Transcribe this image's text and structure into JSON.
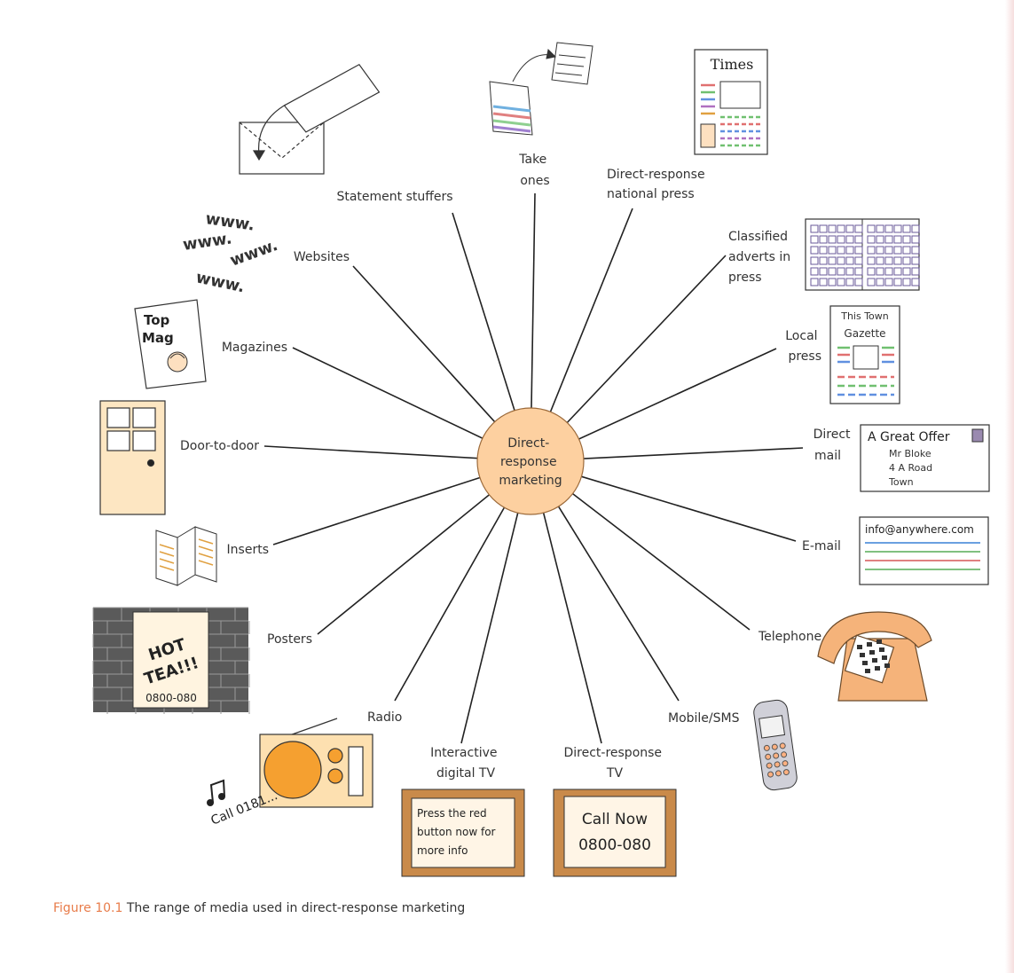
{
  "hub": {
    "lines": [
      "Direct-",
      "response",
      "marketing"
    ]
  },
  "media": {
    "statement_stuffers": {
      "lines": [
        "Statement stuffers"
      ]
    },
    "take_ones": {
      "lines": [
        "Take",
        "ones"
      ]
    },
    "national_press": {
      "lines": [
        "Direct-response",
        "national press"
      ]
    },
    "classified": {
      "lines": [
        "Classified",
        "adverts in",
        "press"
      ]
    },
    "local_press": {
      "lines": [
        "Local",
        "press"
      ]
    },
    "direct_mail": {
      "lines": [
        "Direct",
        "mail"
      ]
    },
    "email": {
      "lines": [
        "E-mail"
      ]
    },
    "telephone": {
      "lines": [
        "Telephone"
      ]
    },
    "mobile": {
      "lines": [
        "Mobile/SMS"
      ]
    },
    "dr_tv": {
      "lines": [
        "Direct-response",
        "TV"
      ]
    },
    "itv": {
      "lines": [
        "Interactive",
        "digital TV"
      ]
    },
    "radio": {
      "lines": [
        "Radio"
      ]
    },
    "posters": {
      "lines": [
        "Posters"
      ]
    },
    "inserts": {
      "lines": [
        "Inserts"
      ]
    },
    "door": {
      "lines": [
        "Door-to-door"
      ]
    },
    "magazines": {
      "lines": [
        "Magazines"
      ]
    },
    "websites": {
      "lines": [
        "Websites"
      ]
    }
  },
  "icons": {
    "times": "Times",
    "gazette": [
      "This Town",
      "Gazette"
    ],
    "offer_title": "A Great Offer",
    "offer_address": [
      "Mr Bloke",
      "4 A Road",
      "Town"
    ],
    "email_address": "info@anywhere.com",
    "itv_screen": [
      "Press the red",
      "button now for",
      "more info"
    ],
    "drtv_screen": [
      "Call Now",
      "0800-080"
    ],
    "poster_text": [
      "HOT",
      "TEA!!!"
    ],
    "poster_number": "0800-080",
    "radio_call": "Call 0181...",
    "magazine": [
      "Top",
      "Mag"
    ],
    "www": [
      "www.",
      "www.",
      "www.",
      "www."
    ]
  },
  "caption": {
    "figure": "Figure 10.1",
    "text": "The range of media used in direct-response marketing"
  },
  "colors": {
    "hub": "#fdd0a0",
    "accent": "#e87c4a",
    "phone": "#f5b37a",
    "tv_frame": "#c98a4a"
  }
}
